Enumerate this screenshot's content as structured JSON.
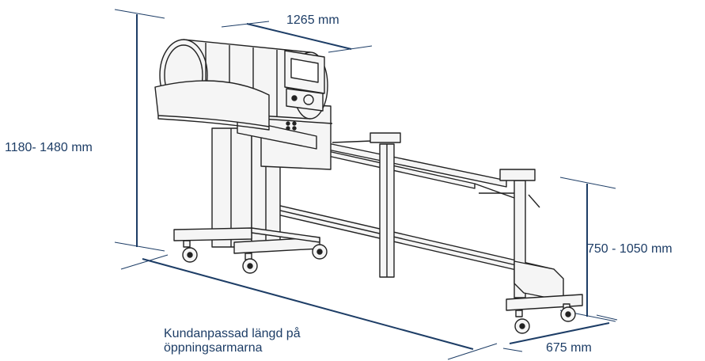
{
  "dimensions": {
    "top_width": "1265 mm",
    "total_height": "1180- 1480 mm",
    "working_height": "750 - 1050 mm",
    "depth": "675 mm",
    "custom_length_line1": "Kundanpassad längd på",
    "custom_length_line2": "öppningsarmarna"
  },
  "colors": {
    "dimension_line": "#1d3d66",
    "machine_stroke": "#222222",
    "machine_fill": "#f5f5f5"
  }
}
